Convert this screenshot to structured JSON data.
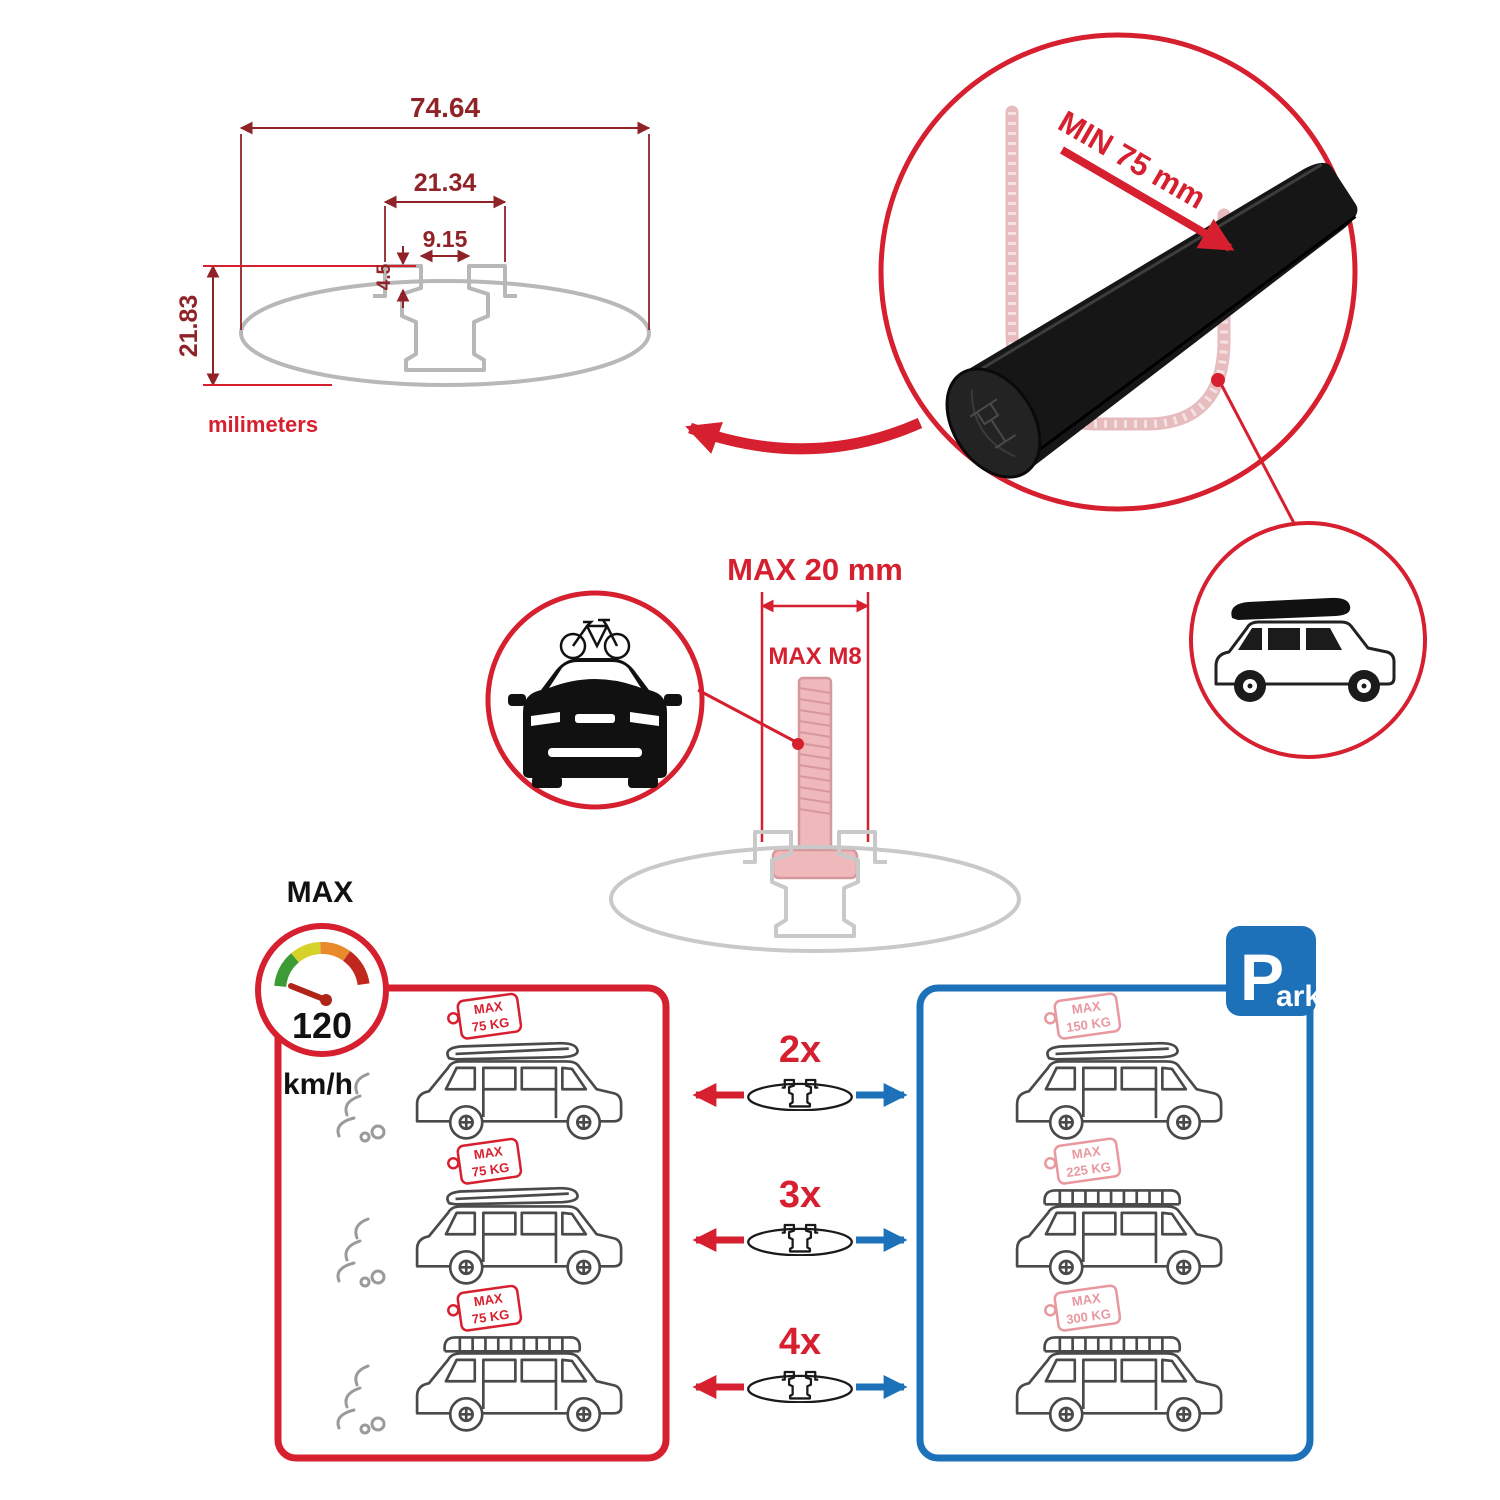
{
  "colors": {
    "accent_red": "#d6202f",
    "accent_blue": "#1d71b8",
    "dim_dark_red": "#8f2328",
    "pink": "#e8989e",
    "profile_gray": "#b8b8b8",
    "bar_black": "#161616"
  },
  "dimension_diagram": {
    "width_total": "74.64",
    "slot_width": "21.34",
    "slot_opening": "9.15",
    "lip_depth": "4.5",
    "height_total": "21.83",
    "units": "milimeters"
  },
  "crossbar_view": {
    "min_span": "MIN 75 mm"
  },
  "bolt_view": {
    "max_width": "MAX 20 mm",
    "max_thread": "MAX M8"
  },
  "speed_limit": {
    "label": "MAX",
    "value": "120",
    "units": "km/h"
  },
  "park_sign": {
    "initial": "P",
    "rest": "ark"
  },
  "capacity": {
    "rows": [
      {
        "bars": "2x",
        "driving": {
          "label": "MAX",
          "weight": "75 KG"
        },
        "parked": {
          "label": "MAX",
          "weight": "150 KG"
        }
      },
      {
        "bars": "3x",
        "driving": {
          "label": "MAX",
          "weight": "75 KG"
        },
        "parked": {
          "label": "MAX",
          "weight": "225 KG"
        }
      },
      {
        "bars": "4x",
        "driving": {
          "label": "MAX",
          "weight": "75 KG"
        },
        "parked": {
          "label": "MAX",
          "weight": "300 KG"
        }
      }
    ]
  }
}
